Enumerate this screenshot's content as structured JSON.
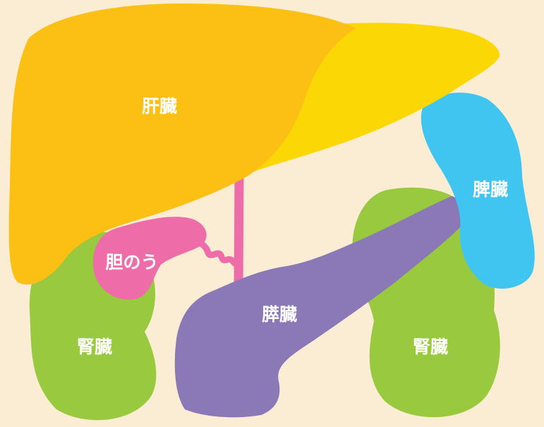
{
  "colors": {
    "background": "#faedd3",
    "liver_right": "#fcbf14",
    "liver_left": "#fbd805",
    "spleen": "#40c5f1",
    "kidney": "#99c93e",
    "pancreas": "#8a78b7",
    "gallbladder": "#ee6da9",
    "bile_duct": "#ee6da9",
    "label_text": "#ffffff"
  },
  "labels": {
    "liver": "肝臓",
    "spleen": "脾臓",
    "pancreas": "膵臓",
    "gallbladder": "胆のう",
    "kidney_left": "腎臓",
    "kidney_right": "腎臓"
  }
}
